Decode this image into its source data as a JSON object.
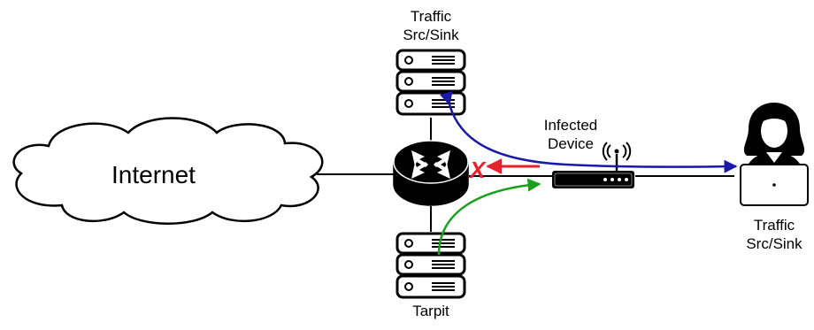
{
  "diagram": {
    "nodes": {
      "internet": {
        "label": "Internet",
        "icon": "cloud-icon"
      },
      "router": {
        "icon": "router-icon"
      },
      "top_server": {
        "label_lines": [
          "Traffic",
          "Src/Sink"
        ],
        "icon": "server-icon"
      },
      "tarpit": {
        "label": "Tarpit",
        "icon": "server-icon"
      },
      "infected": {
        "label_lines": [
          "Infected",
          "Device"
        ],
        "icon": "wifi-router-icon"
      },
      "user": {
        "label_lines": [
          "Traffic",
          "Src/Sink"
        ],
        "icon": "user-laptop-icon"
      }
    },
    "blocked_marker": "X",
    "colors": {
      "link": "#000000",
      "blue_flow": "#1a1aa8",
      "red_flow": "#e8222a",
      "green_flow": "#1aa01a",
      "device_fill": "#ffffff",
      "cloud_fill": "#ffffff"
    }
  }
}
